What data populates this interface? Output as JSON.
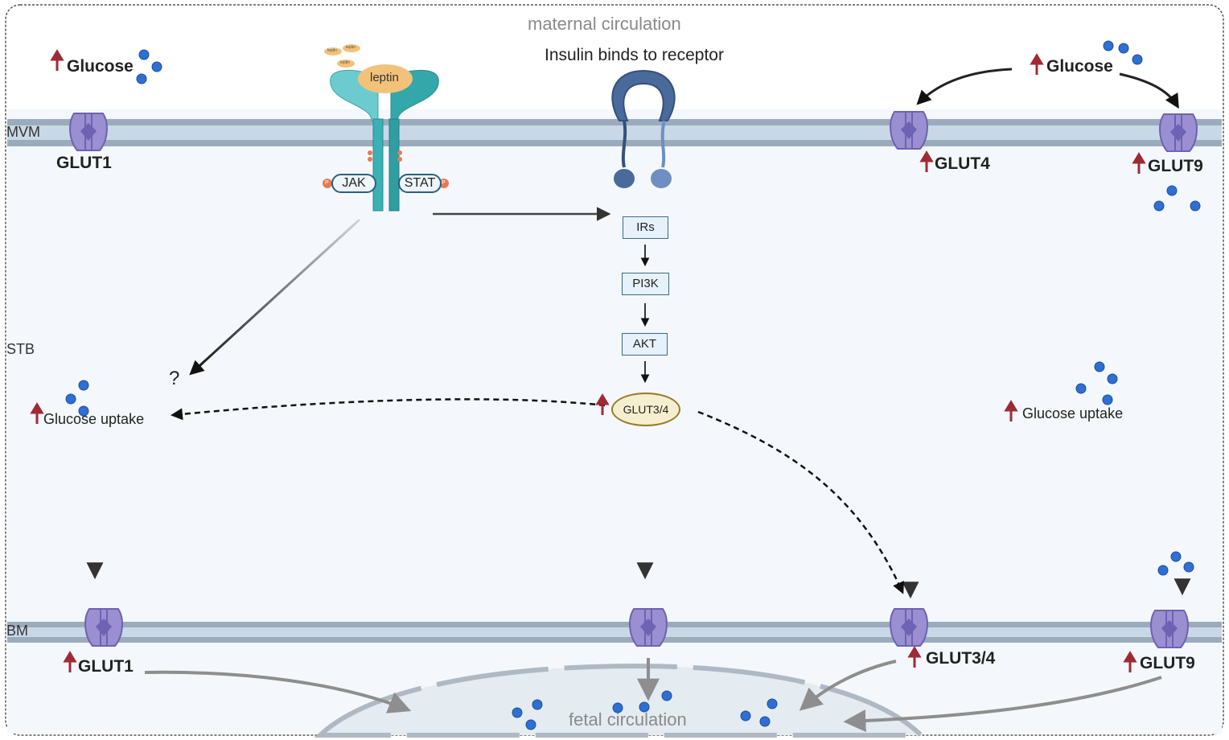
{
  "labels": {
    "maternal": "maternal circulation",
    "fetal": "fetal circulation",
    "mvm": "MVM",
    "stb": "STB",
    "bm": "BM",
    "insulin_binds": "Insulin binds to receptor",
    "glucose_left": "Glucose",
    "glucose_right": "Glucose",
    "glut1_top": "GLUT1",
    "glut4": "GLUT4",
    "glut9_top": "GLUT9",
    "glut1_bottom": "GLUT1",
    "glut34_bottom": "GLUT3/4",
    "glut9_bottom": "GLUT9",
    "glucose_uptake_left": "Glucose uptake",
    "glucose_uptake_right": "Glucose uptake",
    "question": "?",
    "leptin": "leptin",
    "leptin_small": [
      "leptin",
      "leptin",
      "leptin"
    ],
    "jak": "JAK",
    "stat": "STAT",
    "phospho": "P",
    "irs": "IRs",
    "pi3k": "PI3K",
    "akt": "AKT",
    "glut34_oval": "GLUT3/4"
  },
  "colors": {
    "membrane_band": "#c9d8e6",
    "membrane_line": "#9aacbc",
    "cell_bg": "#f4f8fc",
    "transporter": "#9a8fd0",
    "transporter_dark": "#6d62b3",
    "glucose_dot": "#2f6fd3",
    "up_arrow": "#a02a34",
    "leptin_receptor": "#3bb0b5",
    "insulin_receptor": "#4a6a9c",
    "leptin_ball": "#f2c27a"
  }
}
